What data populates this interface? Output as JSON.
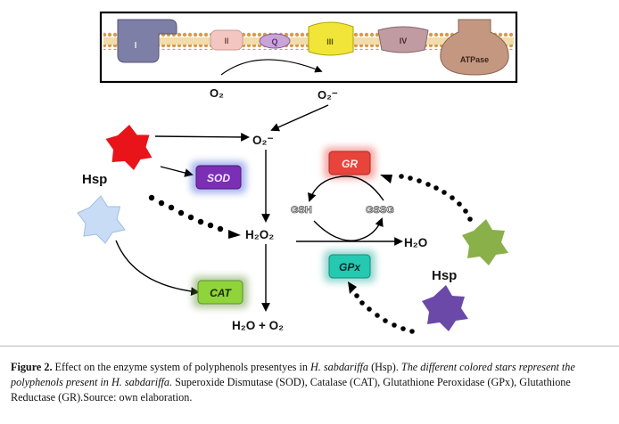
{
  "membrane": {
    "complex_labels": [
      "I",
      "II",
      "Q",
      "III",
      "IV",
      "ATPase"
    ],
    "o2_label": "O₂",
    "superoxide_label": "O₂⁻"
  },
  "center": {
    "superoxide_label": "O₂⁻",
    "h2o2_label": "H₂O₂",
    "final_products_label": "H₂O + O₂",
    "water_label": "H₂O"
  },
  "enzymes": {
    "sod": "SOD",
    "cat": "CAT",
    "gr": "GR",
    "gpx": "GPx",
    "gsh": "GSH",
    "gssg": "GSSG"
  },
  "hsp_label": "Hsp",
  "colors": {
    "red_star": "#e8141a",
    "blue_star": "#c9dcf5",
    "green_star": "#8ab04a",
    "purple_star": "#6a49a8",
    "sod": "#7a2fb4",
    "cat": "#8fd43a",
    "gr": "#e8443c",
    "gpx": "#25c9b2",
    "membrane": "#e8c48a"
  },
  "caption": {
    "figure_label": "Figure 2.",
    "text_1": " Effect on the enzyme system of polyphenols presentyes in ",
    "species_1": "H. sabdariffa",
    "text_2": " (Hsp). ",
    "italic_sentence": "The different colored stars represent the polyphenols present in ",
    "species_2": "H. sabdariffa.",
    "text_3": " Superoxide Dismutase (SOD), Catalase (CAT), Glutathione Peroxidase (GPx), Glutathione Reductase (GR).Source: own elaboration."
  }
}
